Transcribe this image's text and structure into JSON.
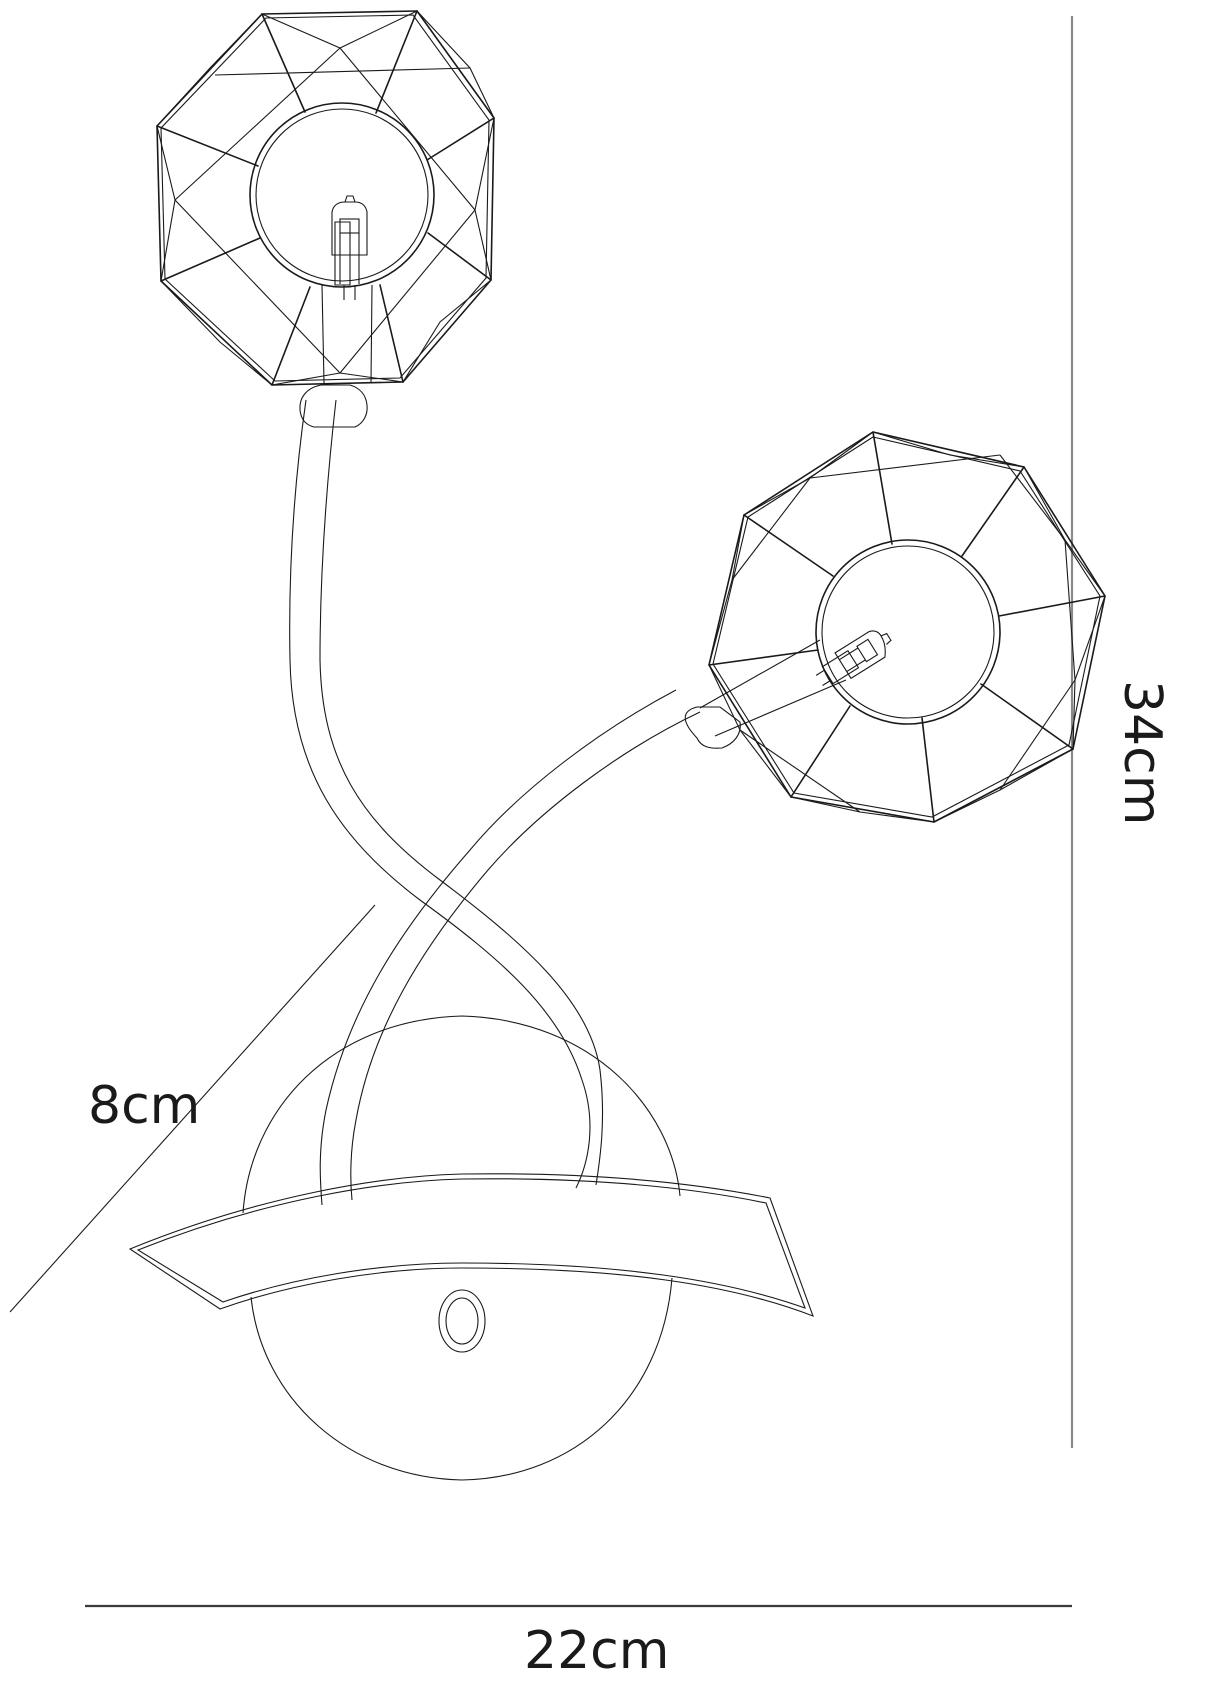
{
  "drawing": {
    "subject": "twin-arm wall light with geometric wire cage shades",
    "line_color": "#1a1a1a",
    "dimension_line_color": "#8a8a8a",
    "background": "#ffffff"
  },
  "dimensions": {
    "height": {
      "label": "34cm",
      "orientation": "vertical"
    },
    "width": {
      "label": "22cm",
      "orientation": "horizontal"
    },
    "depth": {
      "label": "8cm",
      "orientation": "diagonal"
    }
  },
  "components": [
    {
      "name": "upper-shade",
      "shape": "octagonal wire cage"
    },
    {
      "name": "right-shade",
      "shape": "octagonal wire cage"
    },
    {
      "name": "upper-arm",
      "shape": "curved tube"
    },
    {
      "name": "right-arm",
      "shape": "curved tube"
    },
    {
      "name": "wall-backplate",
      "shape": "round plate"
    },
    {
      "name": "cross-bar",
      "shape": "curved band"
    },
    {
      "name": "fixing-screw",
      "shape": "ring"
    },
    {
      "name": "g9-bulb",
      "count": 2
    }
  ]
}
